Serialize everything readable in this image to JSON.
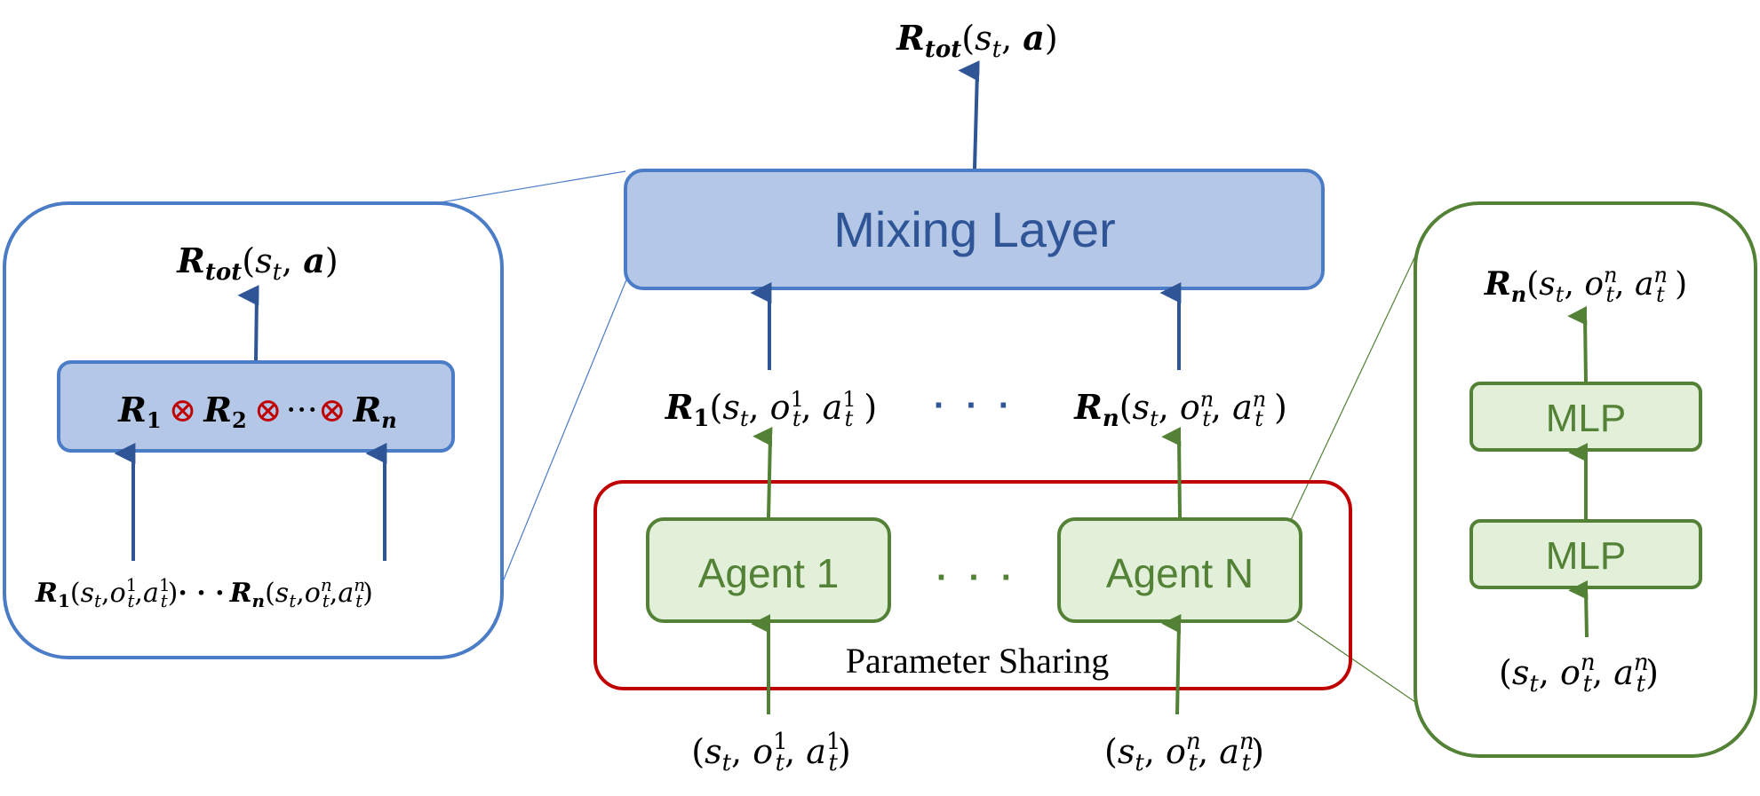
{
  "colors": {
    "blue_stroke": "#4a7cc7",
    "blue_fill": "#b4c7e7",
    "blue_arrow": "#2f5597",
    "blue_text": "#2f5597",
    "green_stroke": "#538135",
    "green_fill": "#e2f0d9",
    "green_text": "#538135",
    "red_stroke": "#c00000",
    "red_symbol": "#c00000"
  },
  "top_output": {
    "R": "R",
    "sub": "tot",
    "state": "s",
    "state_sub": "t",
    "action": "a"
  },
  "mixing_layer": {
    "label": "Mixing Layer"
  },
  "agent_rewards": {
    "first": {
      "R": "R",
      "sub": "1",
      "s": "s",
      "t": "t",
      "o": "o",
      "a": "a",
      "idx": "1"
    },
    "dots": "· · ·",
    "last": {
      "R": "R",
      "sub": "n",
      "s": "s",
      "t": "t",
      "o": "o",
      "a": "a",
      "idx": "n"
    }
  },
  "parameter_sharing": {
    "label": "Parameter Sharing"
  },
  "agents": {
    "first": "Agent 1",
    "dots": "· · ·",
    "last": "Agent N"
  },
  "agent_inputs": {
    "first": {
      "s": "s",
      "t": "t",
      "o": "o",
      "a": "a",
      "idx": "1"
    },
    "last": {
      "s": "s",
      "t": "t",
      "o": "o",
      "a": "a",
      "idx": "n"
    }
  },
  "left_zoom": {
    "output": {
      "R": "R",
      "sub": "tot",
      "state": "s",
      "state_sub": "t",
      "action": "a"
    },
    "product": {
      "r1": "R",
      "s1": "1",
      "op": "⊗",
      "r2": "R",
      "s2": "2",
      "dots": "···",
      "rn": "R",
      "sn": "n"
    },
    "inputs": {
      "first_R": "R",
      "first_sub": "1",
      "dots": "· · ·",
      "last_R": "R",
      "last_sub": "n",
      "s": "s",
      "t": "t",
      "o": "o",
      "a": "a",
      "idx1": "1",
      "idxn": "n"
    }
  },
  "right_zoom": {
    "output": {
      "R": "R",
      "sub": "n",
      "s": "s",
      "t": "t",
      "o": "o",
      "a": "a",
      "idx": "n"
    },
    "mlp_top": "MLP",
    "mlp_bottom": "MLP",
    "input": {
      "s": "s",
      "t": "t",
      "o": "o",
      "a": "a",
      "idx": "n"
    }
  }
}
